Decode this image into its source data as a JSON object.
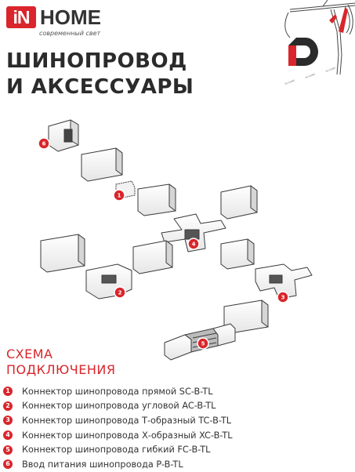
{
  "brand": {
    "logo_in": "iN",
    "logo_home": "HOME",
    "tagline": "современный свет"
  },
  "title": {
    "line1": "ШИНОПРОВОД",
    "line2": "И АКСЕССУАРЫ"
  },
  "schema": {
    "title_line1": "СХЕМА",
    "title_line2": "ПОДКЛЮЧЕНИЯ"
  },
  "legend": [
    {
      "num": "1",
      "text": "Коннектор шинопровода прямой SC-B-TL"
    },
    {
      "num": "2",
      "text": "Коннектор шинопровода угловой AC-B-TL"
    },
    {
      "num": "3",
      "text": "Коннектор шинопровода Т-образный TC-B-TL"
    },
    {
      "num": "4",
      "text": "Коннектор шинопровода Х-образный XC-B-TL"
    },
    {
      "num": "5",
      "text": "Коннектор шинопровода гибкий FC-B-TL"
    },
    {
      "num": "6",
      "text": "Ввод питания шинопровода P-B-TL"
    }
  ],
  "diagram_markers": [
    "6",
    "1",
    "4",
    "2",
    "3",
    "5"
  ],
  "colors": {
    "accent": "#d9252b",
    "text": "#333333",
    "line": "#3a3a3a",
    "track_fill": "#f4f4f4"
  }
}
